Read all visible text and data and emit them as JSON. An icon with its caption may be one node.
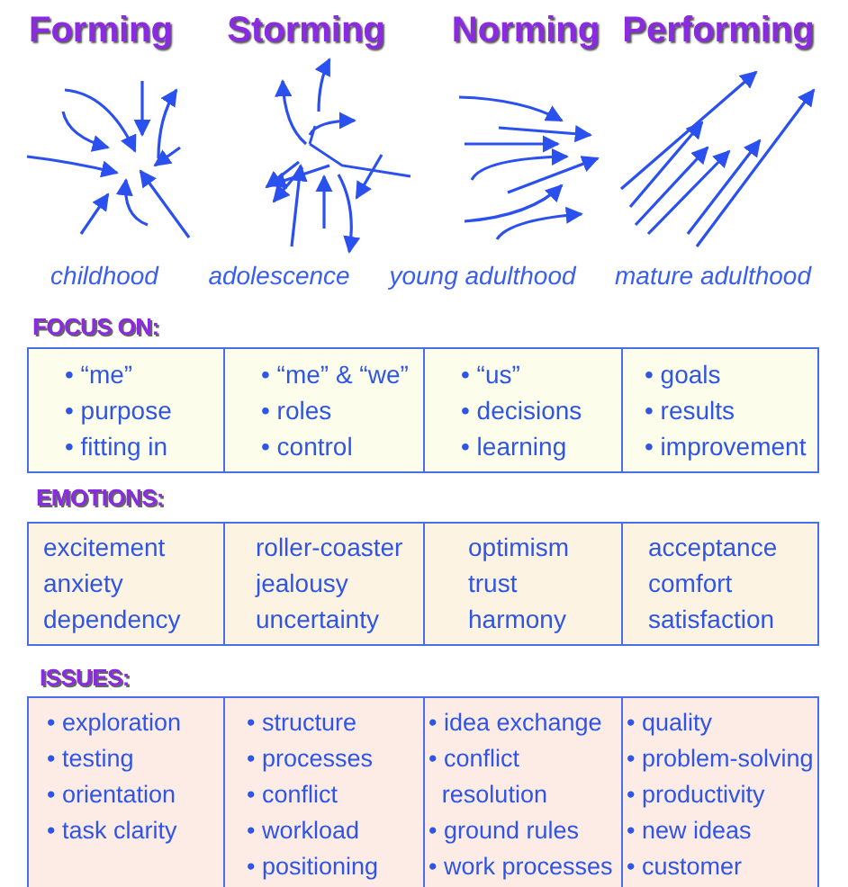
{
  "diagram": {
    "nodes": [
      {
        "text": [
          "• “me”",
          "• purpose",
          "• fitting in"
        ]
      },
      {
        "text": [
          "• “me” & “we”",
          "• roles",
          "• control"
        ]
      },
      {
        "text": [
          "• “us”",
          "• decisions",
          "• learning"
        ]
      },
      {
        "text": [
          "• goals",
          "• results",
          "• improvement"
        ]
      },
      {
        "text": [
          "excitement",
          "anxiety",
          "dependency"
        ]
      },
      {
        "text": [
          "roller-coaster",
          "jealousy",
          "uncertainty"
        ]
      },
      {
        "text": [
          "optimism",
          "trust",
          "harmony"
        ]
      },
      {
        "text": [
          "acceptance",
          "comfort",
          "satisfaction"
        ]
      },
      {
        "text": [
          "• exploration",
          "• testing",
          "• orientation",
          "• task clarity"
        ]
      },
      {
        "text": [
          "• structure",
          "• processes",
          "• conflict",
          "• workload",
          "• positioning"
        ]
      },
      {
        "text": [
          "• idea exchange",
          "• conflict resolution",
          "• ground rules",
          "• work processes"
        ]
      },
      {
        "text": [
          "• quality",
          "• problem-solving",
          "• productivity",
          "• new ideas",
          "• customer"
        ]
      }
    ],
    "labels": [
      "Forming",
      "Storming",
      "Norming",
      "Performing",
      "childhood",
      "adolescence",
      "young adulthood",
      "mature adulthood",
      "FOCUS ON:",
      "EMOTIONS:",
      "ISSUES:"
    ]
  }
}
